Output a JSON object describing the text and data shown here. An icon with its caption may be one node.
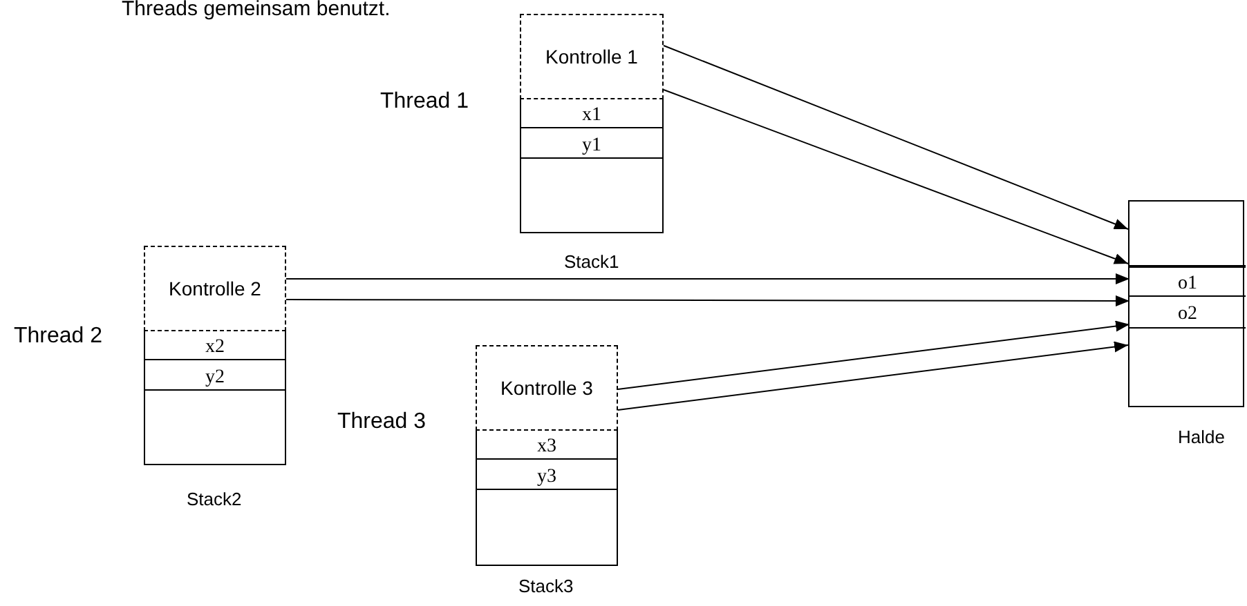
{
  "diagram": {
    "nodes": [
      {
        "text": [],
        "shape": "box",
        "beside": [
          "Thread 1",
          "Stack1"
        ]
      },
      {
        "text": [
          "Kontrolle 1"
        ],
        "in": 0
      },
      {
        "text": [
          "x1"
        ],
        "in": 0
      },
      {
        "text": [
          "y1"
        ],
        "in": 0
      },
      {
        "text": [],
        "shape": "box",
        "beside": [
          "Thread 2",
          "Stack2"
        ]
      },
      {
        "text": [
          "Kontrolle 2"
        ],
        "in": 4
      },
      {
        "text": [
          "x2"
        ],
        "in": 4
      },
      {
        "text": [
          "y2"
        ],
        "in": 4
      },
      {
        "text": [],
        "shape": "box",
        "beside": [
          "Thread 3",
          "Stack3"
        ]
      },
      {
        "text": [
          "Kontrolle 3"
        ],
        "in": 8
      },
      {
        "text": [
          "x3"
        ],
        "in": 8
      },
      {
        "text": [
          "y3"
        ],
        "in": 8
      },
      {
        "text": [],
        "shape": "box",
        "beside": [
          "Halde"
        ]
      },
      {
        "text": [
          "o1"
        ],
        "in": 12
      },
      {
        "text": [
          "o2"
        ],
        "in": 12
      }
    ],
    "edges": [
      {
        "from": 1,
        "to": 12,
        "arrow": "to"
      },
      {
        "from": 1,
        "to": 12,
        "arrow": "to"
      },
      {
        "from": 5,
        "to": 13,
        "arrow": "to"
      },
      {
        "from": 5,
        "to": 14,
        "arrow": "to"
      },
      {
        "from": 9,
        "to": 14,
        "arrow": "to"
      },
      {
        "from": 9,
        "to": 12,
        "arrow": "to"
      }
    ],
    "labels": [
      "Threads gemeinsam benutzt."
    ]
  }
}
